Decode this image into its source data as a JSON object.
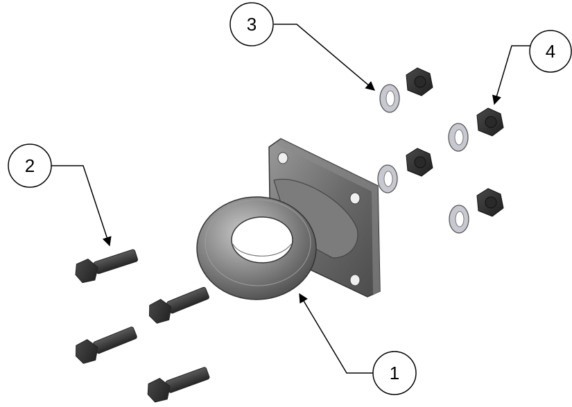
{
  "callouts": [
    {
      "id": "1",
      "label": "1"
    },
    {
      "id": "2",
      "label": "2"
    },
    {
      "id": "3",
      "label": "3"
    },
    {
      "id": "4",
      "label": "4"
    }
  ],
  "colors": {
    "part_dark": "#3a3a3a",
    "part_mid": "#6e6e6e",
    "part_light": "#b5b5b5",
    "washer": "#c8c8d0",
    "line": "#000000"
  }
}
